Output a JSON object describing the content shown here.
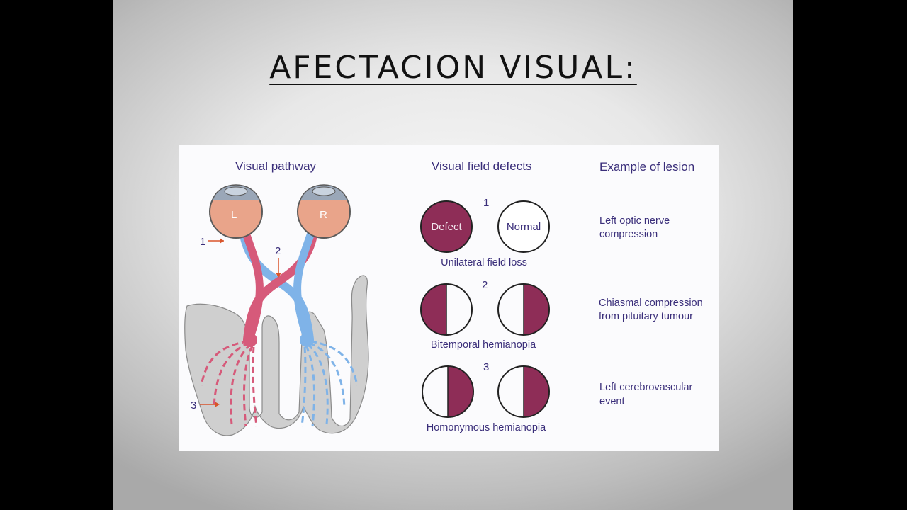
{
  "slide": {
    "title": "AFECTACION VISUAL:"
  },
  "figure": {
    "headers": {
      "pathway": "Visual pathway",
      "defects": "Visual field defects",
      "lesion": "Example of lesion"
    },
    "eyes": {
      "left": "L",
      "right": "R"
    },
    "pathway_markers": [
      "1",
      "2",
      "3"
    ],
    "rows": [
      {
        "number": "1",
        "left_circle_label": "Defect",
        "right_circle_label": "Normal",
        "caption": "Unilateral field loss",
        "lesion_line1": "Left optic nerve",
        "lesion_line2": "compression"
      },
      {
        "number": "2",
        "caption": "Bitemporal hemianopia",
        "lesion_line1": "Chiasmal compression",
        "lesion_line2": "from pituitary tumour"
      },
      {
        "number": "3",
        "caption": "Homonymous hemianopia",
        "lesion_line1": "Left cerebrovascular",
        "lesion_line2": "event"
      }
    ],
    "colors": {
      "defect": "#8e2d57",
      "text": "#3a2e7a",
      "left_pathway": "#d65a7a",
      "right_pathway": "#7fb3e8",
      "eye": "#e9a48a",
      "brain": "#cfcfcf",
      "arrow": "#d9542b"
    }
  }
}
